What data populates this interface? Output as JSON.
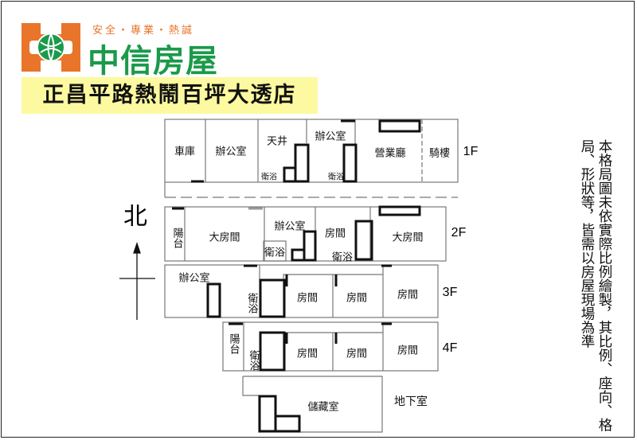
{
  "header": {
    "tagline": "安全・專業・熱誠",
    "brand": "中信房屋",
    "listing_title": "正昌平路熱鬧百坪大透店"
  },
  "compass": {
    "north_label": "北"
  },
  "floors": [
    {
      "name": "1F",
      "rooms": [
        "車庫",
        "辦公室",
        "天井",
        "衛浴",
        "辦公室",
        "衛浴",
        "營業廳",
        "騎樓"
      ]
    },
    {
      "name": "2F",
      "rooms": [
        "陽台",
        "大房間",
        "辦公室",
        "衛浴",
        "房間",
        "衛浴",
        "大房間"
      ]
    },
    {
      "name": "3F",
      "rooms": [
        "辦公室",
        "衛浴",
        "房間",
        "房間",
        "房間"
      ]
    },
    {
      "name": "4F",
      "rooms": [
        "陽台",
        "衛浴",
        "房間",
        "房間",
        "房間"
      ]
    },
    {
      "name": "地下室",
      "rooms": [
        "儲藏室"
      ]
    }
  ],
  "disclaimer": "本格局圖未依實際比例繪製，其比例、座向、格局、形狀等，皆需以房屋現場為準",
  "colors": {
    "brand_green": "#1a9a4a",
    "brand_orange": "#e8752a",
    "banner_yellow": "#fdf9a0"
  }
}
